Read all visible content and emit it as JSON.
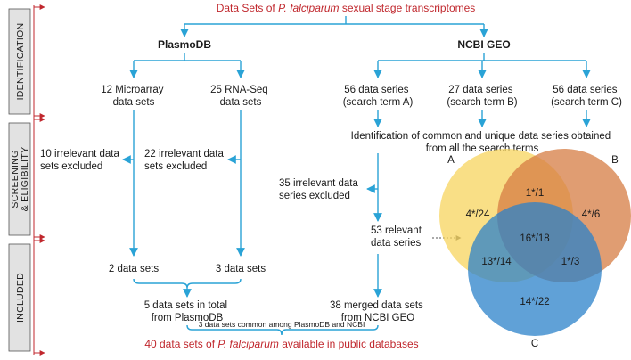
{
  "colors": {
    "flow": "#2aa3d6",
    "accent_red": "#c0272d",
    "stage_box": "#e2e2e2",
    "circle_a": "#f7d45e",
    "circle_b": "#d57c43",
    "circle_c": "#2b82c9"
  },
  "title": {
    "prefix": "Data Sets of ",
    "species": "P. falciparum",
    "suffix": " sexual stage transcriptomes"
  },
  "stages": {
    "identification": "IDENTIFICATION",
    "screening_line1": "SCREENING",
    "screening_line2": "& ELIGIBILITY",
    "included": "INCLUDED"
  },
  "plasmodb": {
    "header": "PlasmoDB",
    "microarray": [
      "12 Microarray",
      "data sets"
    ],
    "rnaseq": [
      "25 RNA-Seq",
      "data sets"
    ],
    "excluded_left": [
      "10 irrelevant data",
      "sets excluded"
    ],
    "excluded_right": [
      "22 irrelevant data",
      "sets excluded"
    ],
    "kept_left": "2 data sets",
    "kept_right": "3 data sets",
    "total": [
      "5 data sets in total",
      "from PlasmoDB"
    ]
  },
  "geo": {
    "header": "NCBI GEO",
    "series_a": [
      "56 data series",
      "(search term A)"
    ],
    "series_b": [
      "27 data series",
      "(search term B)"
    ],
    "series_c": [
      "56 data series",
      "(search term C)"
    ],
    "identification": [
      "Identification of common and unique data series obtained",
      "from all the search terms"
    ],
    "excluded": [
      "35 irrelevant data",
      "series excluded"
    ],
    "relevant": [
      "53 relevant",
      "data series"
    ],
    "merged": [
      "38 merged data sets",
      "from NCBI GEO"
    ]
  },
  "venn": {
    "label_a": "A",
    "label_b": "B",
    "label_c": "C",
    "only_a": "4*/24",
    "only_b": "4*/6",
    "only_c": "14*/22",
    "a_and_b": "1*/1",
    "a_and_c": "13*/14",
    "b_and_c": "1*/3",
    "a_b_c": "16*/18"
  },
  "common_note": "3 data sets common among PlasmoDB and NCBI",
  "footer": {
    "prefix": "40 data sets of ",
    "species": "P. falciparum",
    "suffix": " available in public databases"
  }
}
